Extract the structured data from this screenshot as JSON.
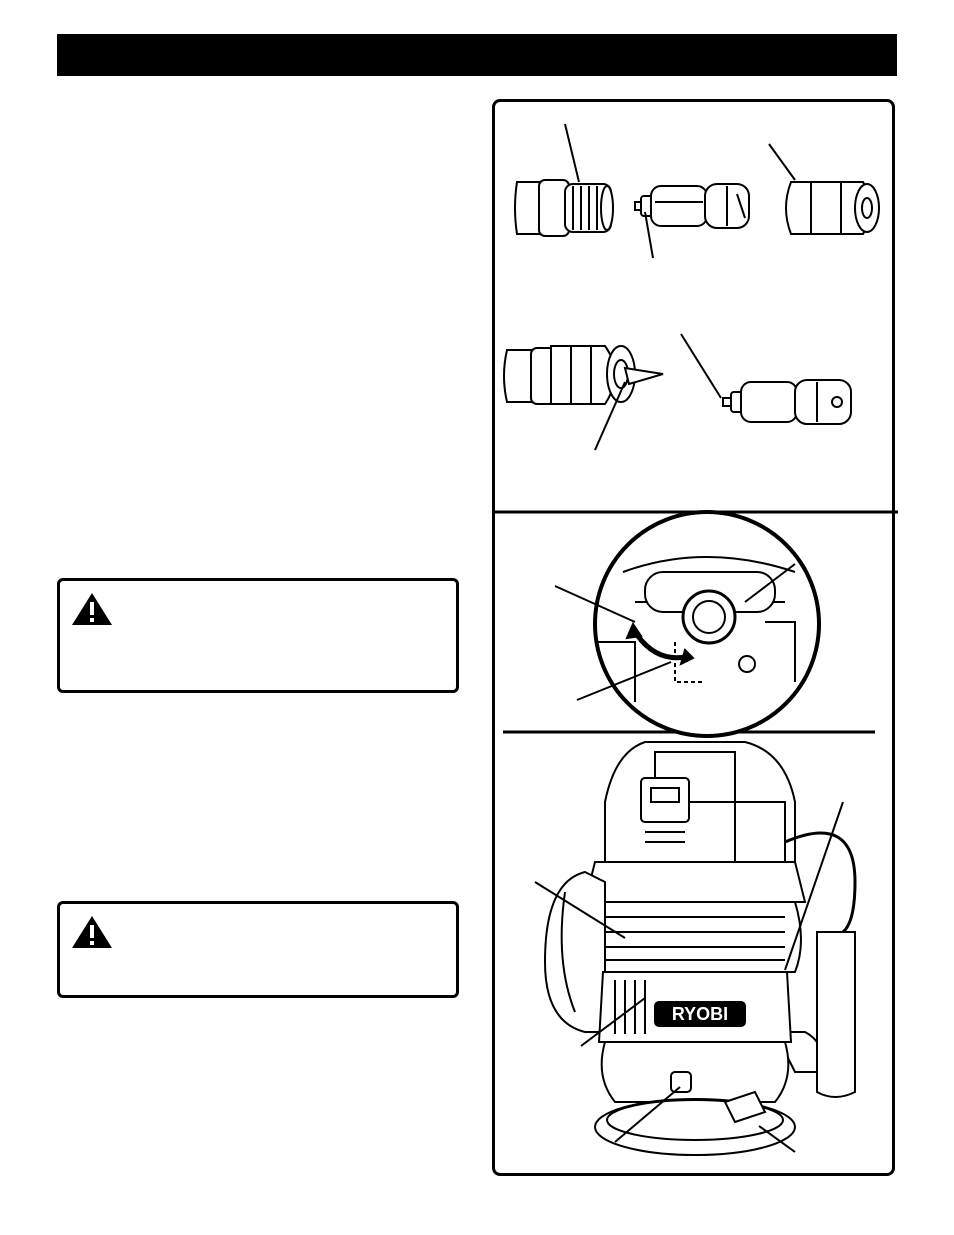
{
  "page": {
    "header": {
      "text": ""
    },
    "warnings": [
      {
        "id": "warning-1",
        "icon": "warning-triangle-icon"
      },
      {
        "id": "warning-2",
        "icon": "warning-triangle-icon"
      }
    ],
    "figures": {
      "collet_parts": {
        "icons": [
          "armature-shaft-icon",
          "collet-icon",
          "collet-nut-icon",
          "assembled-collet-icon",
          "collet-removed-icon"
        ]
      },
      "lock_lever": {
        "icons": [
          "lock-lever-closeup-icon"
        ]
      },
      "router": {
        "brand": "RYOBI",
        "icons": [
          "router-illustration-icon"
        ]
      }
    }
  }
}
